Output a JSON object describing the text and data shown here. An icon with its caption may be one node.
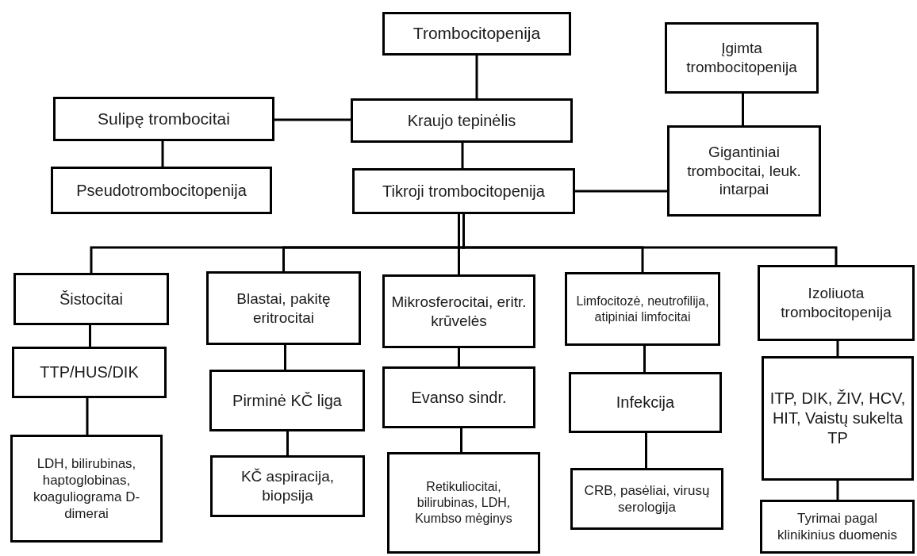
{
  "diagram": {
    "nodes": [
      {
        "text": [
          "Trombocitopenija"
        ]
      },
      {
        "text": [
          "Įgimta trombocitopenija"
        ]
      },
      {
        "text": [
          "Sulipę trombocitai"
        ]
      },
      {
        "text": [
          "Kraujo tepinėlis"
        ]
      },
      {
        "text": [
          "Gigantiniai trombocitai, leuk. intarpai"
        ]
      },
      {
        "text": [
          "Pseudotrombocitopenija"
        ]
      },
      {
        "text": [
          "Tikroji trombocitopenija"
        ]
      },
      {
        "text": [
          "Šistocitai"
        ]
      },
      {
        "text": [
          "Blastai, pakitę eritrocitai"
        ]
      },
      {
        "text": [
          "Mikrosferocitai, eritr. krūvelės"
        ]
      },
      {
        "text": [
          "Limfocitozė, neutrofilija, atipiniai limfocitai"
        ]
      },
      {
        "text": [
          "Izoliuota trombocitopenija"
        ]
      },
      {
        "text": [
          "TTP/HUS/DIK"
        ]
      },
      {
        "text": [
          "Pirminė KČ liga"
        ]
      },
      {
        "text": [
          "Evanso sindr."
        ]
      },
      {
        "text": [
          "Infekcija"
        ]
      },
      {
        "text": [
          "ITP, DIK, ŽIV, HCV, HIT, Vaistų sukelta TP"
        ]
      },
      {
        "text": [
          "LDH, bilirubinas, haptoglobinas, koaguliograma D-dimerai"
        ]
      },
      {
        "text": [
          "KČ aspiracija, biopsija"
        ]
      },
      {
        "text": [
          "Retikuliocitai, bilirubinas, LDH, Kumbso mėginys"
        ]
      },
      {
        "text": [
          "CRB, pasėliai, virusų serologija"
        ]
      },
      {
        "text": [
          "Tyrimai pagal klinikinius duomenis"
        ]
      }
    ],
    "edges": [
      {
        "from": 0,
        "to": 3,
        "arrow": "none"
      },
      {
        "from": 1,
        "to": 4,
        "arrow": "none"
      },
      {
        "from": 3,
        "to": 2,
        "arrow": "none"
      },
      {
        "from": 2,
        "to": 5,
        "arrow": "none"
      },
      {
        "from": 3,
        "to": 6,
        "arrow": "none"
      },
      {
        "from": 6,
        "to": 4,
        "arrow": "none"
      },
      {
        "from": 6,
        "to": 7,
        "arrow": "none"
      },
      {
        "from": 6,
        "to": 8,
        "arrow": "none"
      },
      {
        "from": 6,
        "to": 9,
        "arrow": "none"
      },
      {
        "from": 6,
        "to": 10,
        "arrow": "none"
      },
      {
        "from": 6,
        "to": 11,
        "arrow": "none"
      },
      {
        "from": 7,
        "to": 12,
        "arrow": "none"
      },
      {
        "from": 12,
        "to": 17,
        "arrow": "none"
      },
      {
        "from": 8,
        "to": 13,
        "arrow": "none"
      },
      {
        "from": 13,
        "to": 18,
        "arrow": "none"
      },
      {
        "from": 9,
        "to": 14,
        "arrow": "none"
      },
      {
        "from": 14,
        "to": 19,
        "arrow": "none"
      },
      {
        "from": 10,
        "to": 15,
        "arrow": "none"
      },
      {
        "from": 15,
        "to": 20,
        "arrow": "none"
      },
      {
        "from": 11,
        "to": 16,
        "arrow": "none"
      },
      {
        "from": 16,
        "to": 21,
        "arrow": "none"
      }
    ]
  }
}
